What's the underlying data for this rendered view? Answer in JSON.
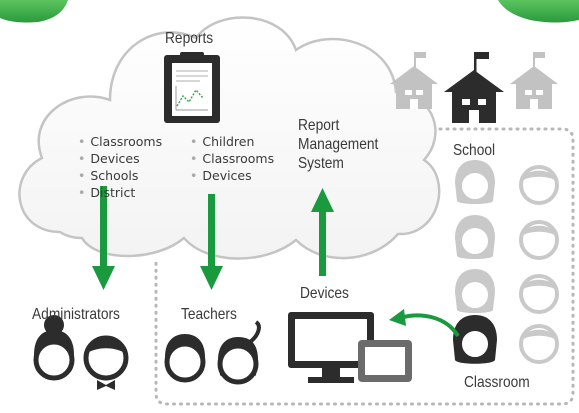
{
  "cloud": {
    "reports_label": "Reports",
    "admin_list": [
      "Classrooms",
      "Devices",
      "Schools",
      "District"
    ],
    "teacher_list": [
      "Children",
      "Classrooms",
      "Devices"
    ],
    "system_label": "Report\nManagement\nSystem"
  },
  "roles": {
    "administrators": "Administrators",
    "teachers": "Teachers",
    "devices": "Devices"
  },
  "school": {
    "label": "School",
    "classroom_label": "Classroom"
  },
  "colors": {
    "arrow_green": "#1a9a3e",
    "cloud_stroke": "#c4c4c4",
    "icon_dark": "#2c2c2c",
    "icon_light": "#c9c9c9",
    "corner_green": "#2fa84a"
  }
}
